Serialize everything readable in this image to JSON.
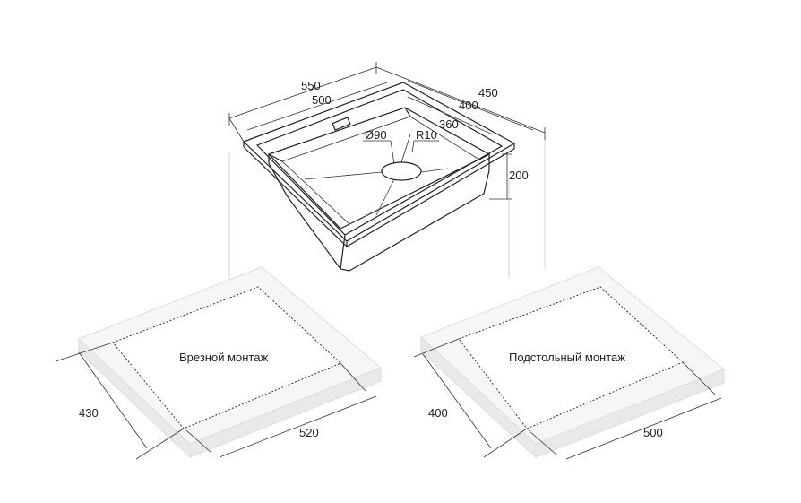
{
  "sink": {
    "outer_width": "550",
    "inner_width": "500",
    "outer_depth": "450",
    "inner_depth": "400",
    "bowl_width": "360",
    "height": "200",
    "drain": "Ø90",
    "radius": "R10"
  },
  "mount_top": {
    "label": "Врезной монтаж",
    "depth": "430",
    "width": "520"
  },
  "mount_under": {
    "label": "Подстольный монтаж",
    "depth": "400",
    "width": "500"
  }
}
